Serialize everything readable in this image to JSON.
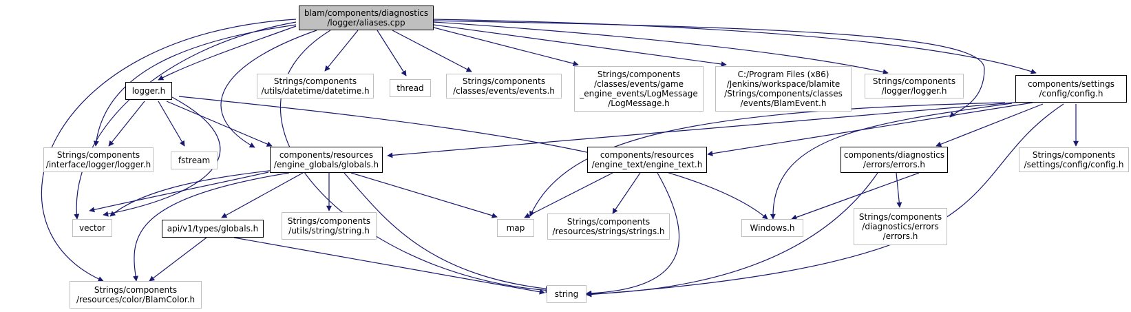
{
  "colors": {
    "edge": "#191970",
    "root_fill": "#bfbfbf",
    "ext_border": "#bfbfbf",
    "int_border": "#000000"
  },
  "nodes": {
    "root": "blam/components/diagnostics\n/logger/aliases.cpp",
    "logger_h": "logger.h",
    "datetime": "Strings/components\n/utils/datetime/datetime.h",
    "thread": "thread",
    "events": "Strings/components\n/classes/events/events.h",
    "logmessage": "Strings/components\n/classes/events/game\n_engine_events/LogMessage\n/LogMessage.h",
    "blamevent": "C:/Program Files (x86)\n/Jenkins/workspace/blamite\n/Strings/components/classes\n/events/BlamEvent.h",
    "str_logger": "Strings/components\n/logger/logger.h",
    "config_h": "components/settings\n/config/config.h",
    "iface_logger": "Strings/components\n/interface/logger/logger.h",
    "fstream": "fstream",
    "globals_h": "components/resources\n/engine_globals/globals.h",
    "engine_text": "components/resources\n/engine_text/engine_text.h",
    "errors_h": "components/diagnostics\n/errors/errors.h",
    "str_config": "Strings/components\n/settings/config/config.h",
    "vector": "vector",
    "api_globals": "api/v1/types/globals.h",
    "str_string": "Strings/components\n/utils/string/string.h",
    "map": "map",
    "strings_h": "Strings/components\n/resources/strings/strings.h",
    "windows": "Windows.h",
    "str_errors": "Strings/components\n/diagnostics/errors\n/errors.h",
    "blamcolor": "Strings/components\n/resources/color/BlamColor.h",
    "string": "string"
  }
}
